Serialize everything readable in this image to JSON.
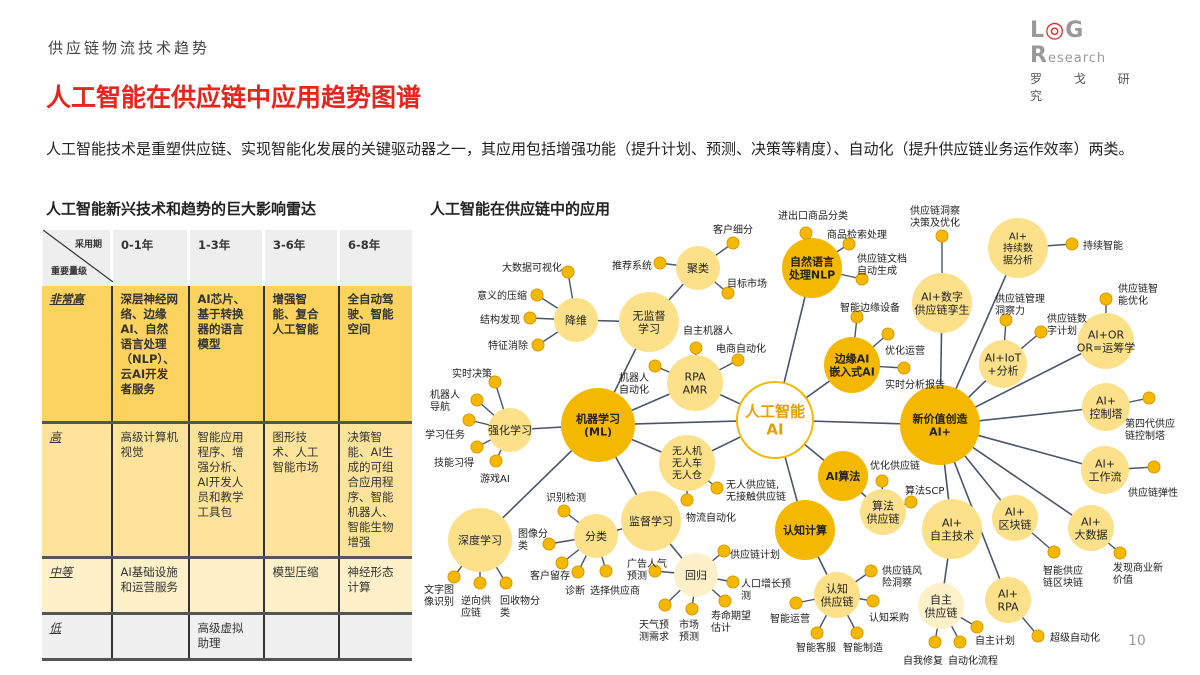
{
  "header": {
    "kicker": "供应链物流技术趋势",
    "title": "人工智能在供应链中应用趋势图谱",
    "description": "人工智能技术是重塑供应链、实现智能化发展的关键驱动器之一，其应用包括增强功能（提升计划、预测、决策等精度）、自动化（提升供应链业务运作效率）两类。",
    "logo": {
      "text": "LOGR",
      "sub": "esearch",
      "cn": "罗 戈 研 究"
    }
  },
  "colors": {
    "title": "#E5261F",
    "primary": "#F5B800",
    "secondary": "#FCE08A",
    "light": "#FEF0C8"
  },
  "radar": {
    "title": "人工智能新兴技术和趋势的巨大影响雷达",
    "corner_top": "采用期",
    "corner_bottom": "重要量级",
    "columns": [
      "0-1年",
      "1-3年",
      "3-6年",
      "6-8年"
    ],
    "rows": [
      {
        "level": "非常高",
        "cells": [
          "深层神经网络、边缘AI、自然语言处理（NLP）、云AI开发者服务",
          "AI芯片、基于转换器的语言模型",
          "增强智能、复合人工智能",
          "全自动驾驶、智能空间"
        ]
      },
      {
        "level": "高",
        "cells": [
          "高级计算机视觉",
          "智能应用程序、增强分析、AI开发人员和教学工具包",
          "图形技术、人工智能市场",
          "决策智能、AI生成的可组合应用程序、智能机器人、智能生物增强"
        ]
      },
      {
        "level": "中等",
        "cells": [
          "AI基础设施和运营服务",
          "",
          "模型压缩",
          "神经形态计算"
        ]
      },
      {
        "level": "低",
        "cells": [
          "",
          "高级虚拟助理",
          "",
          ""
        ]
      }
    ]
  },
  "map": {
    "title": "人工智能在供应链中的应用",
    "nodes": [
      {
        "id": "ai",
        "label": [
          "人工智能",
          "AI"
        ],
        "kind": "center"
      },
      {
        "id": "ml",
        "label": [
          "机器学习",
          "(ML)"
        ],
        "kind": "primary",
        "parent": "ai"
      },
      {
        "id": "nlp",
        "label": [
          "自然语言",
          "处理NLP"
        ],
        "kind": "primary",
        "parent": "ai"
      },
      {
        "id": "edge",
        "label": [
          "边缘AI",
          "嵌入式AI"
        ],
        "kind": "primary",
        "parent": "ai"
      },
      {
        "id": "nv",
        "label": [
          "新价值创造",
          "AI+"
        ],
        "kind": "primary",
        "parent": "ai"
      },
      {
        "id": "algo",
        "label": [
          "AI算法"
        ],
        "kind": "primary",
        "parent": "ai"
      },
      {
        "id": "cog",
        "label": [
          "认知计算"
        ],
        "kind": "primary",
        "parent": "ai"
      },
      {
        "id": "rpa",
        "label": [
          "RPA",
          "AMR"
        ],
        "kind": "secondary",
        "parent": "ai"
      },
      {
        "id": "drone",
        "label": [
          "无人机",
          "无人车",
          "无人仓"
        ],
        "kind": "secondary",
        "parent": "ai"
      },
      {
        "id": "unsup",
        "label": [
          "无监督",
          "学习"
        ],
        "kind": "secondary",
        "parent": "ml"
      },
      {
        "id": "clus",
        "label": [
          "聚类"
        ],
        "kind": "secondary",
        "parent": "unsup"
      },
      {
        "id": "dim",
        "label": [
          "降维"
        ],
        "kind": "secondary",
        "parent": "unsup"
      },
      {
        "id": "rl",
        "label": [
          "强化学习"
        ],
        "kind": "secondary",
        "parent": "ml"
      },
      {
        "id": "sup",
        "label": [
          "监督学习"
        ],
        "kind": "secondary",
        "parent": "ml"
      },
      {
        "id": "cls",
        "label": [
          "分类"
        ],
        "kind": "secondary",
        "parent": "sup"
      },
      {
        "id": "reg",
        "label": [
          "回归"
        ],
        "kind": "light",
        "parent": "sup"
      },
      {
        "id": "dl",
        "label": [
          "深度学习"
        ],
        "kind": "secondary",
        "parent": "ml"
      },
      {
        "id": "twin",
        "label": [
          "AI+数字",
          "供应链孪生"
        ],
        "kind": "secondary",
        "parent": "nv"
      },
      {
        "id": "cda",
        "label": [
          "AI+",
          "持续数",
          "据分析"
        ],
        "kind": "secondary",
        "parent": "nv"
      },
      {
        "id": "iot",
        "label": [
          "AI+IoT",
          "+分析"
        ],
        "kind": "secondary",
        "parent": "nv"
      },
      {
        "id": "or",
        "label": [
          "AI+OR",
          "OR=运筹学"
        ],
        "kind": "secondary",
        "parent": "nv"
      },
      {
        "id": "ct",
        "label": [
          "AI+",
          "控制塔"
        ],
        "kind": "secondary",
        "parent": "nv"
      },
      {
        "id": "wf",
        "label": [
          "AI+",
          "工作流"
        ],
        "kind": "secondary",
        "parent": "nv"
      },
      {
        "id": "bc",
        "label": [
          "AI+",
          "区块链"
        ],
        "kind": "secondary",
        "parent": "nv"
      },
      {
        "id": "bd",
        "label": [
          "AI+",
          "大数据"
        ],
        "kind": "secondary",
        "parent": "nv"
      },
      {
        "id": "auto",
        "label": [
          "AI+",
          "自主技术"
        ],
        "kind": "secondary",
        "parent": "nv"
      },
      {
        "id": "arpa",
        "label": [
          "AI+",
          "RPA"
        ],
        "kind": "secondary",
        "parent": "nv"
      },
      {
        "id": "asc",
        "label": [
          "算法",
          "供应链"
        ],
        "kind": "secondary",
        "parent": "algo"
      },
      {
        "id": "csc",
        "label": [
          "认知",
          "供应链"
        ],
        "kind": "secondary",
        "parent": "cog"
      },
      {
        "id": "ssc",
        "label": [
          "自主",
          "供应链"
        ],
        "kind": "light",
        "parent": "auto"
      }
    ],
    "leaves": [
      {
        "parent": "dim",
        "label": [
          "大数据可视化"
        ]
      },
      {
        "parent": "dim",
        "label": [
          "意义的压缩"
        ]
      },
      {
        "parent": "dim",
        "label": [
          "结构发现"
        ]
      },
      {
        "parent": "dim",
        "label": [
          "特征消除"
        ]
      },
      {
        "parent": "clus",
        "label": [
          "推荐系统"
        ]
      },
      {
        "parent": "clus",
        "label": [
          "客户细分"
        ]
      },
      {
        "parent": "clus",
        "label": [
          "目标市场"
        ]
      },
      {
        "parent": "rpa",
        "label": [
          "自主机器人"
        ]
      },
      {
        "parent": "rpa",
        "label": [
          "电商自动化"
        ]
      },
      {
        "parent": "rpa",
        "label": [
          "机器人",
          "自动化"
        ]
      },
      {
        "parent": "rl",
        "label": [
          "实时决策"
        ]
      },
      {
        "parent": "rl",
        "label": [
          "机器人",
          "导航"
        ]
      },
      {
        "parent": "rl",
        "label": [
          "学习任务"
        ]
      },
      {
        "parent": "rl",
        "label": [
          "技能习得"
        ]
      },
      {
        "parent": "rl",
        "label": [
          "游戏AI"
        ]
      },
      {
        "parent": "drone",
        "label": [
          "无人供应链,",
          "无接触供应链"
        ]
      },
      {
        "parent": "drone",
        "label": [
          "物流自动化"
        ]
      },
      {
        "parent": "cls",
        "label": [
          "识别检测"
        ]
      },
      {
        "parent": "cls",
        "label": [
          "图像分",
          "类"
        ]
      },
      {
        "parent": "cls",
        "label": [
          "客户留存"
        ]
      },
      {
        "parent": "cls",
        "label": [
          "诊断"
        ]
      },
      {
        "parent": "cls",
        "label": [
          "选择供应商"
        ]
      },
      {
        "parent": "dl",
        "label": [
          "文字图",
          "像识别"
        ]
      },
      {
        "parent": "dl",
        "label": [
          "逆向供",
          "应链"
        ]
      },
      {
        "parent": "dl",
        "label": [
          "回收物分",
          "类"
        ]
      },
      {
        "parent": "reg",
        "label": [
          "广告人气",
          "预测"
        ]
      },
      {
        "parent": "reg",
        "label": [
          "供应链计划"
        ]
      },
      {
        "parent": "reg",
        "label": [
          "人口增长预",
          "测"
        ]
      },
      {
        "parent": "reg",
        "label": [
          "天气预",
          "测需求"
        ]
      },
      {
        "parent": "reg",
        "label": [
          "市场",
          "预测"
        ]
      },
      {
        "parent": "reg",
        "label": [
          "寿命期望",
          "估计"
        ]
      },
      {
        "parent": "nlp",
        "label": [
          "进出口商品分类"
        ]
      },
      {
        "parent": "nlp",
        "label": [
          "商品检索处理"
        ]
      },
      {
        "parent": "nlp",
        "label": [
          "供应链文档",
          "自动生成"
        ]
      },
      {
        "parent": "edge",
        "label": [
          "智能边缘设备"
        ]
      },
      {
        "parent": "edge",
        "label": [
          "优化运营"
        ]
      },
      {
        "parent": "edge",
        "label": [
          "实时分析报告"
        ]
      },
      {
        "parent": "twin",
        "label": [
          "供应链洞察",
          "决策及优化"
        ]
      },
      {
        "parent": "cda",
        "label": [
          "持续智能"
        ]
      },
      {
        "parent": "iot",
        "label": [
          "供应链管理",
          "洞察力"
        ]
      },
      {
        "parent": "iot",
        "label": [
          "供应链数",
          "字计划"
        ]
      },
      {
        "parent": "or",
        "label": [
          "供应链智",
          "能优化"
        ]
      },
      {
        "parent": "ct",
        "label": [
          "第四代供应",
          "链控制塔"
        ]
      },
      {
        "parent": "wf",
        "label": [
          "供应链弹性"
        ]
      },
      {
        "parent": "bc",
        "label": [
          "智能供应",
          "链区块链"
        ]
      },
      {
        "parent": "bd",
        "label": [
          "发现商业新",
          "价值"
        ]
      },
      {
        "parent": "arpa",
        "label": [
          "超级自动化"
        ]
      },
      {
        "parent": "ssc",
        "label": [
          "自主计划"
        ]
      },
      {
        "parent": "ssc",
        "label": [
          "自我修复"
        ]
      },
      {
        "parent": "ssc",
        "label": [
          "自动化流程"
        ]
      },
      {
        "parent": "asc",
        "label": [
          "优化供应链"
        ]
      },
      {
        "parent": "asc",
        "label": [
          "算法SCP"
        ]
      },
      {
        "parent": "csc",
        "label": [
          "供应链风",
          "险洞察"
        ]
      },
      {
        "parent": "csc",
        "label": [
          "认知采购"
        ]
      },
      {
        "parent": "csc",
        "label": [
          "智能运营"
        ]
      },
      {
        "parent": "csc",
        "label": [
          "智能客服"
        ]
      },
      {
        "parent": "csc",
        "label": [
          "智能制造"
        ]
      }
    ]
  },
  "page_number": "10"
}
